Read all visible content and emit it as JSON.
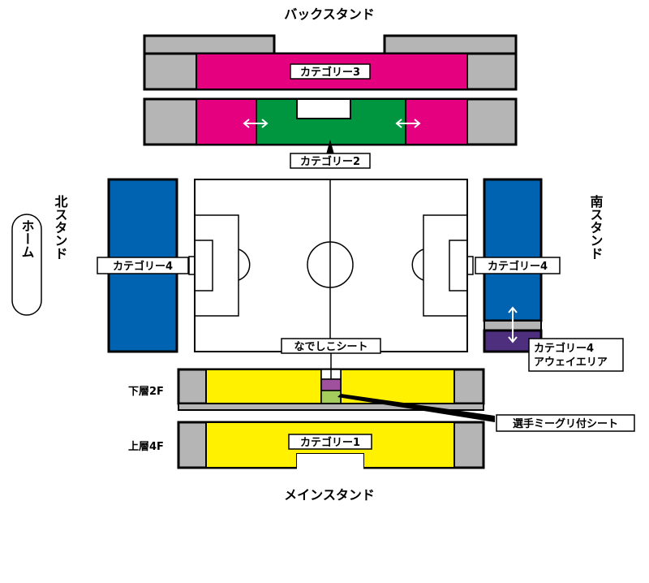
{
  "stands": {
    "back": "バックスタンド",
    "main": "メインスタンド",
    "north": "北スタンド",
    "south": "南スタンド",
    "home": "ホーム"
  },
  "categories": {
    "cat1": "カテゴリー1",
    "cat2": "カテゴリー2",
    "cat3": "カテゴリー3",
    "cat4_north": "カテゴリー4",
    "cat4_south": "カテゴリー4",
    "cat4_away_line1": "カテゴリー4",
    "cat4_away_line2": "アウェイエリア"
  },
  "special": {
    "nadeshiko": "なでしこシート",
    "player_mini": "選手ミーグリ付シート"
  },
  "floors": {
    "lower": "下層2F",
    "upper": "上層4F"
  },
  "colors": {
    "category1": "#fff100",
    "category2": "#00963f",
    "category3": "#e4007f",
    "category4": "#0063b1",
    "away": "#4d2f7e",
    "nadeshiko": "#a0519d",
    "player_mini": "#a5cd5e",
    "unused": "#b5b5b5"
  }
}
